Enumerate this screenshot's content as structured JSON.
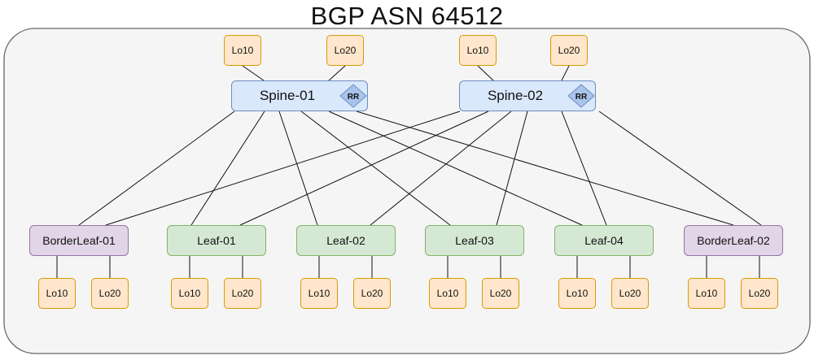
{
  "title": "BGP ASN 64512",
  "colors": {
    "lo_fill": "#ffe6cc",
    "lo_stroke": "#d79b00",
    "spine_fill": "#dae8fc",
    "spine_stroke": "#6c8ebf",
    "leaf_fill": "#d5e8d4",
    "leaf_stroke": "#82b366",
    "border_fill": "#e1d5e7",
    "border_stroke": "#9673a6",
    "container_fill": "#f5f5f5",
    "container_stroke": "#666666",
    "rr_fill": "#a9c4eb"
  },
  "spines": [
    {
      "label": "Spine-01",
      "badge": "RR",
      "loopbacks": [
        "Lo10",
        "Lo20"
      ]
    },
    {
      "label": "Spine-02",
      "badge": "RR",
      "loopbacks": [
        "Lo10",
        "Lo20"
      ]
    }
  ],
  "leaves": [
    {
      "label": "BorderLeaf-01",
      "role": "border",
      "loopbacks": [
        "Lo10",
        "Lo20"
      ]
    },
    {
      "label": "Leaf-01",
      "role": "leaf",
      "loopbacks": [
        "Lo10",
        "Lo20"
      ]
    },
    {
      "label": "Leaf-02",
      "role": "leaf",
      "loopbacks": [
        "Lo10",
        "Lo20"
      ]
    },
    {
      "label": "Leaf-03",
      "role": "leaf",
      "loopbacks": [
        "Lo10",
        "Lo20"
      ]
    },
    {
      "label": "Leaf-04",
      "role": "leaf",
      "loopbacks": [
        "Lo10",
        "Lo20"
      ]
    },
    {
      "label": "BorderLeaf-02",
      "role": "border",
      "loopbacks": [
        "Lo10",
        "Lo20"
      ]
    }
  ],
  "links": "full-mesh spine-leaf"
}
